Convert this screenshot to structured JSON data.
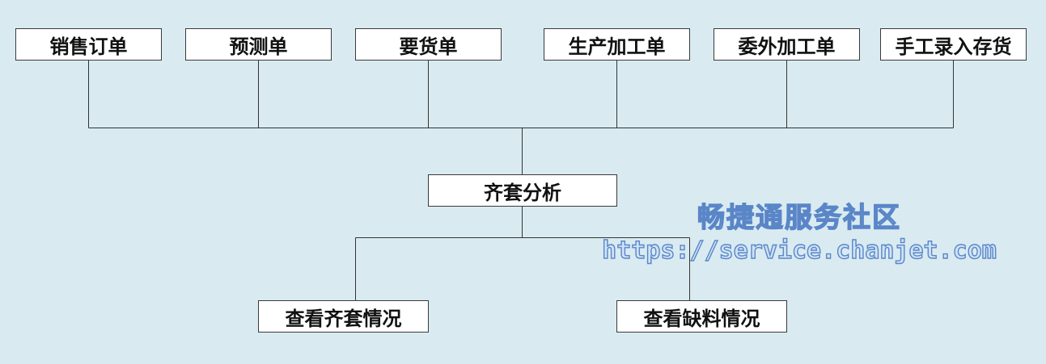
{
  "sources": [
    {
      "id": "sales-order",
      "label": "销售订单"
    },
    {
      "id": "forecast-order",
      "label": "预测单"
    },
    {
      "id": "requisition",
      "label": "要货单"
    },
    {
      "id": "production-order",
      "label": "生产加工单"
    },
    {
      "id": "outsource-order",
      "label": "委外加工单"
    },
    {
      "id": "manual-inventory",
      "label": "手工录入存货"
    }
  ],
  "center": {
    "id": "kit-analysis",
    "label": "齐套分析"
  },
  "outputs": [
    {
      "id": "view-kit-status",
      "label": "查看齐套情况"
    },
    {
      "id": "view-shortage-status",
      "label": "查看缺料情况"
    }
  ],
  "watermark": {
    "line1": "畅捷通服务社区",
    "line2": "https://service.chanjet.com"
  },
  "colors": {
    "background": "#d9ebf1",
    "box_fill": "#ffffff",
    "line": "#333333",
    "watermark_outline": "#5a86c8"
  }
}
